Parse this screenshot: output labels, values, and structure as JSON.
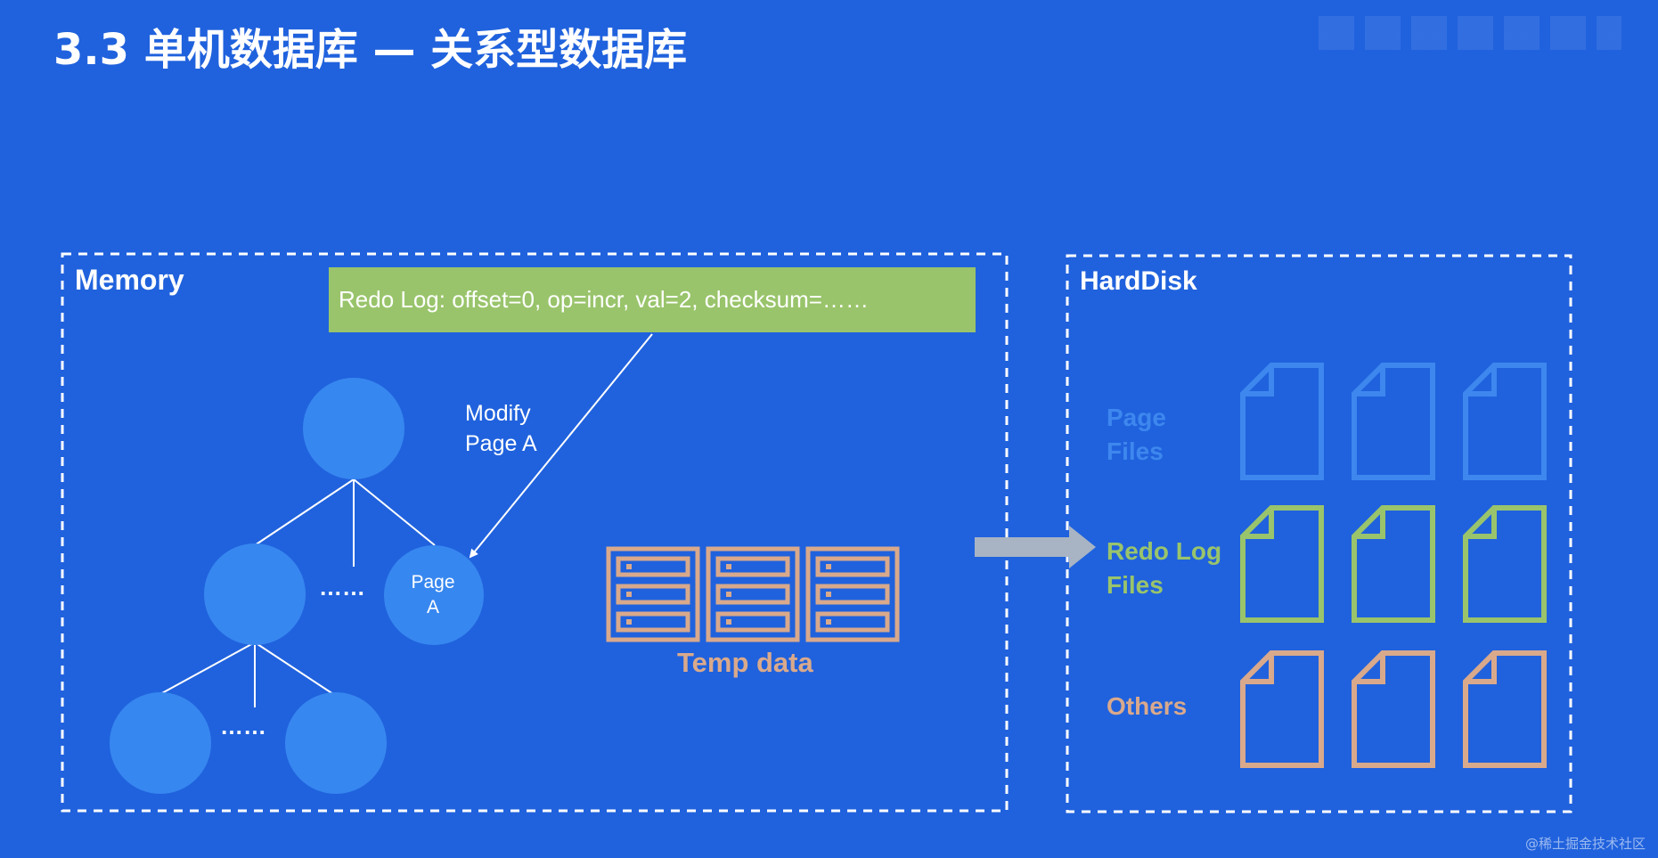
{
  "title": "3.3 单机数据库 — 关系型数据库",
  "colors": {
    "background": "#2062dd",
    "node": "#3787f0",
    "redo_banner": "#99c46b",
    "temp": "#d9a98c",
    "page_files": "#3d87ee",
    "redo_files": "#99c46b",
    "others_files": "#d9a98c",
    "arrow": "#a8b4c4"
  },
  "memory": {
    "label": "Memory",
    "redo_log": "Redo Log: offset=0, op=incr, val=2, checksum=……",
    "modify_line1": "Modify",
    "modify_line2": "Page A",
    "page_a_line1": "Page",
    "page_a_line2": "A",
    "ellipsis": "……",
    "temp_label": "Temp data",
    "temp_icon": "server-rack-icon"
  },
  "harddisk": {
    "label": "HardDisk",
    "groups": [
      {
        "line1": "Page",
        "line2": "Files",
        "icon": "file-icon",
        "count": 3
      },
      {
        "line1": "Redo Log",
        "line2": "Files",
        "icon": "file-icon",
        "count": 3
      },
      {
        "line1": "Others",
        "line2": "",
        "icon": "file-icon",
        "count": 3
      }
    ]
  },
  "watermark": "@稀土掘金技术社区"
}
